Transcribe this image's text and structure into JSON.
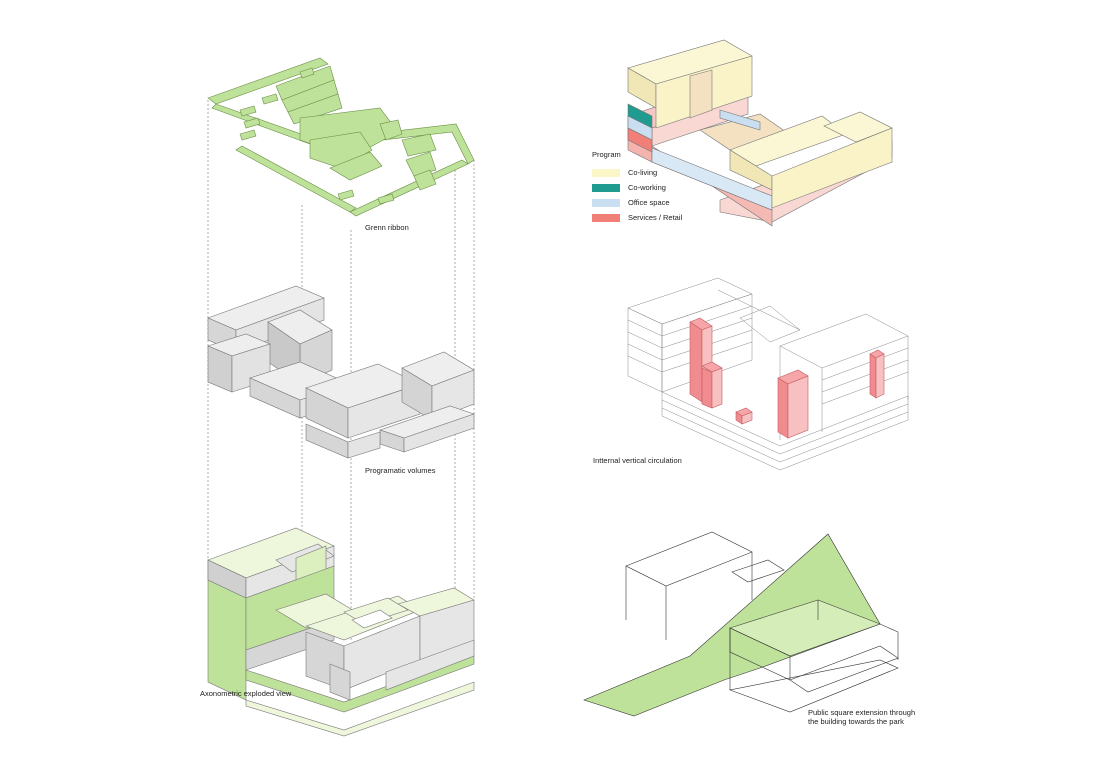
{
  "captions": {
    "green_ribbon": "Grenn ribbon",
    "programmatic_volumes": "Programatic volumes",
    "exploded_view": "Axonometric exploded view",
    "circulation": "Intternal vertical circulation",
    "public_square_line1": "Public square extension through",
    "public_square_line2": "the building towards the park"
  },
  "legend": {
    "title": "Program",
    "items": [
      {
        "label": "Co-living",
        "color": "#fbf6c8"
      },
      {
        "label": "Co-working",
        "color": "#1f9b8f"
      },
      {
        "label": "Office space",
        "color": "#c9def0"
      },
      {
        "label": "Services / Retail",
        "color": "#f07f78"
      }
    ]
  },
  "colors": {
    "green": "#bfe29a",
    "pale_green": "#eef6dc",
    "grey_top": "#e9e9e9",
    "grey_side": "#d0d0d0",
    "circulation": "#f6a6a8"
  }
}
